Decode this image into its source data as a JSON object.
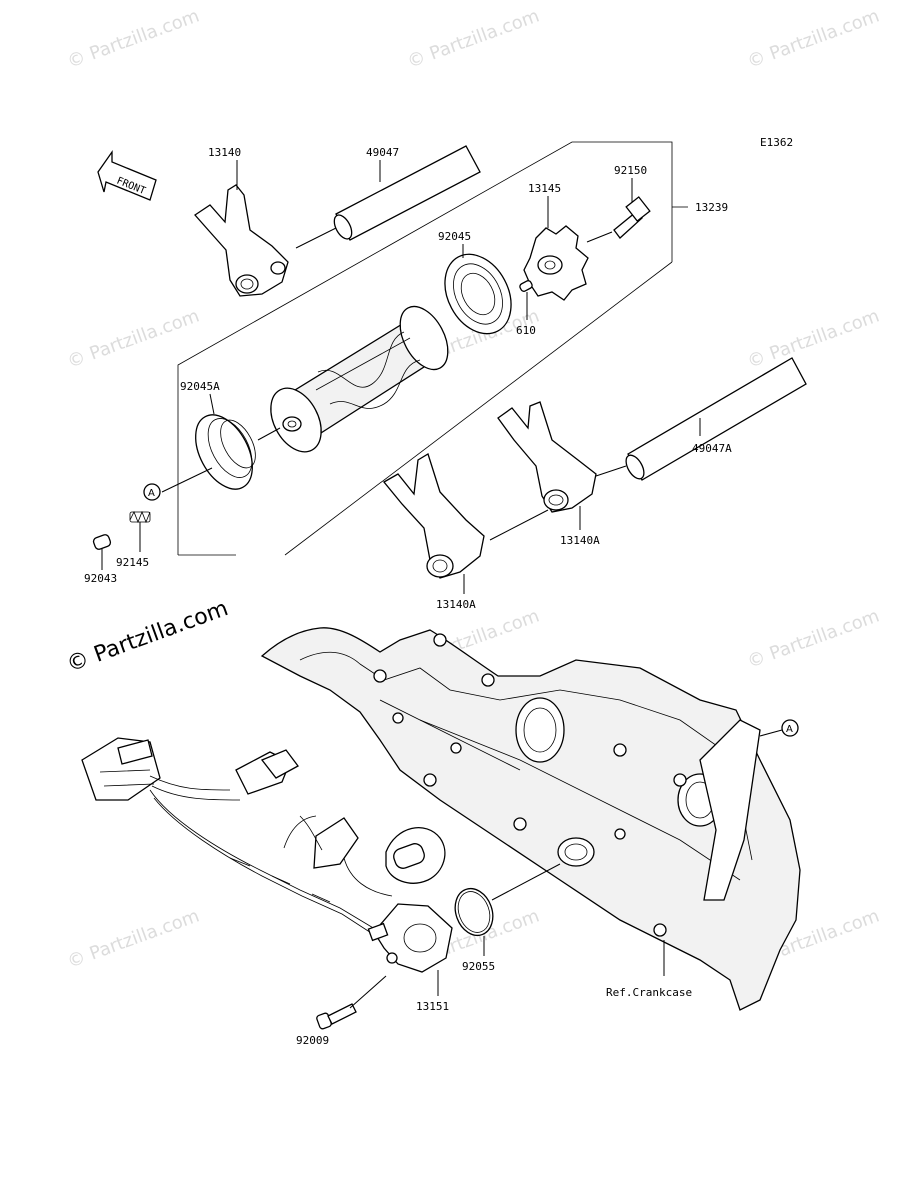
{
  "diagram_code": "E1362",
  "front_label": "FRONT",
  "copyright_watermark": "© Partzilla.com",
  "faint_watermark": "© Partzilla.com",
  "callout_letter": "A",
  "parts": {
    "p13140": "13140",
    "p49047": "49047",
    "p92150": "92150",
    "p13145": "13145",
    "p13239": "13239",
    "p92045": "92045",
    "p610": "610",
    "p92045A": "92045A",
    "p49047A": "49047A",
    "p92145": "92145",
    "p92043": "92043",
    "p13140A_right": "13140A",
    "p13140A_left": "13140A",
    "p92055": "92055",
    "p13151": "13151",
    "p92009": "92009"
  },
  "ref_label": "Ref.Crankcase"
}
